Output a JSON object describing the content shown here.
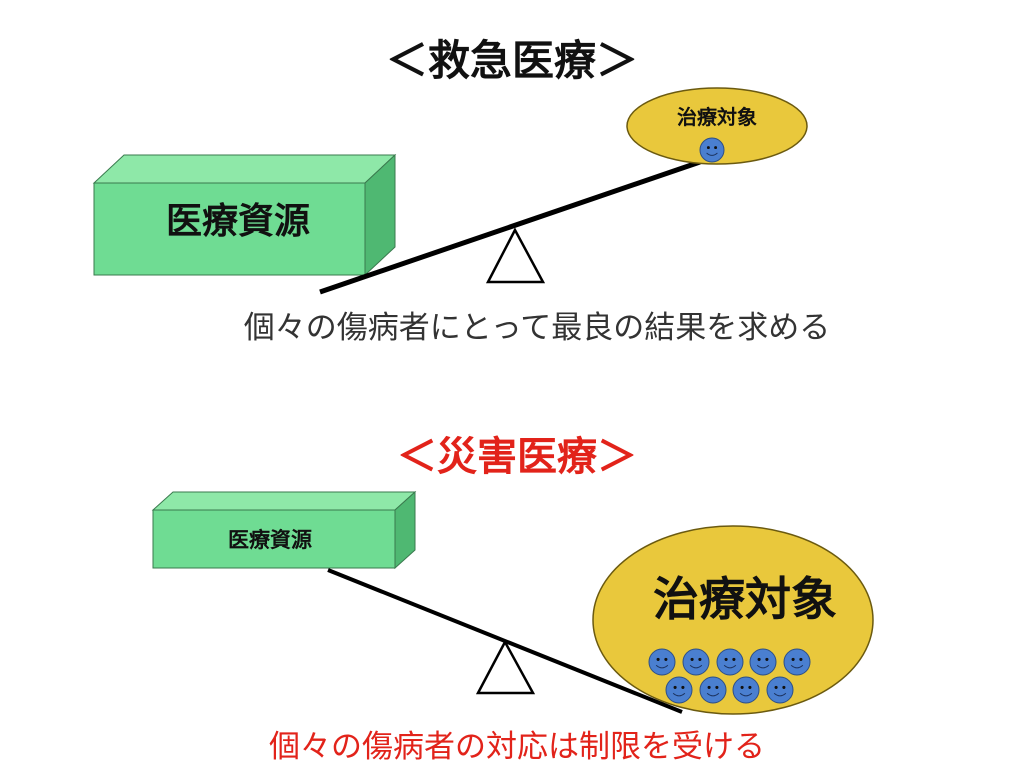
{
  "emergency": {
    "title": "＜救急医療＞",
    "resources_label": "医療資源",
    "patients_label": "治療対象",
    "patient_count": 1,
    "caption": "個々の傷病者にとって最良の結果を求める"
  },
  "disaster": {
    "title": "＜災害医療＞",
    "resources_label": "医療資源",
    "patients_label": "治療対象",
    "patient_count": 9,
    "caption": "個々の傷病者の対応は制限を受ける"
  },
  "colors": {
    "box": "#6fdc93",
    "ellipse": "#e9c83c",
    "face": "#4a7fd0",
    "red": "#e2231a",
    "dark": "#222222"
  }
}
